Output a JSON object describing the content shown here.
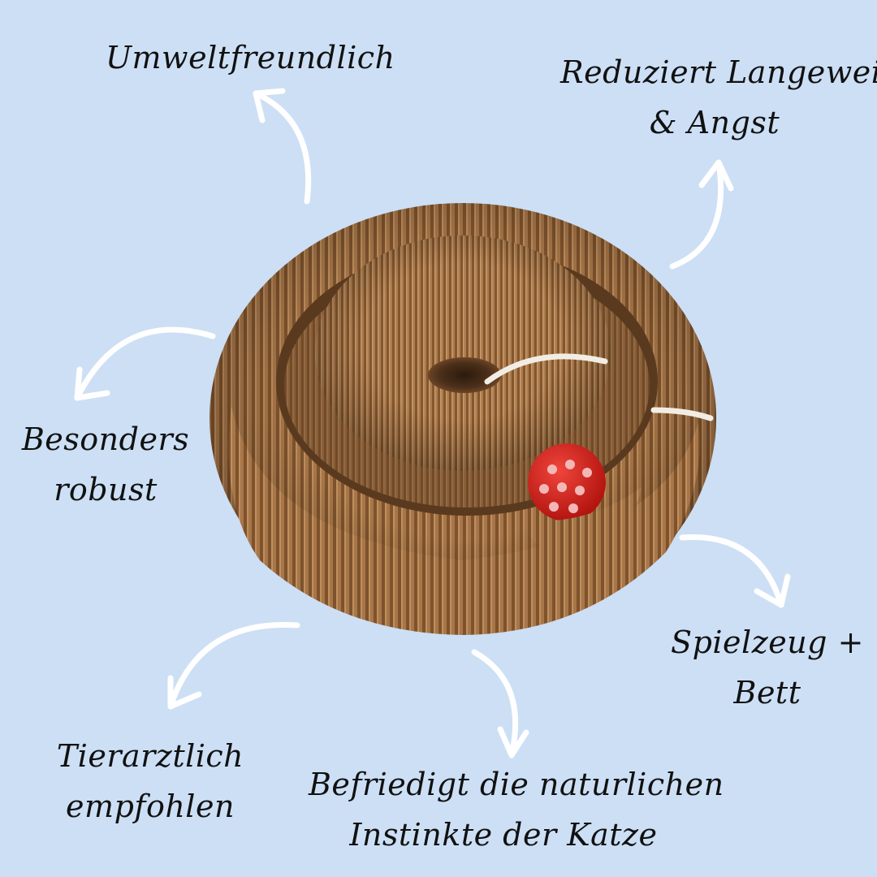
{
  "labels": {
    "eco": "Umweltfreundlich",
    "bored_1": "Reduziert Langeweile",
    "bored_2": "& Angst",
    "robust_1": "Besonders",
    "robust_2": "robust",
    "toy_1": "Spielzeug +",
    "toy_2": "Bett",
    "vet_1": "Tierarztlich",
    "vet_2": "empfohlen",
    "instinct_1": "Befriedigt die naturlichen",
    "instinct_2": "Instinkte der Katze"
  },
  "colors": {
    "background": "#ccdff5",
    "arrow": "#ffffff",
    "cardboard": "#9b6d3f",
    "ball": "#d9221b"
  }
}
